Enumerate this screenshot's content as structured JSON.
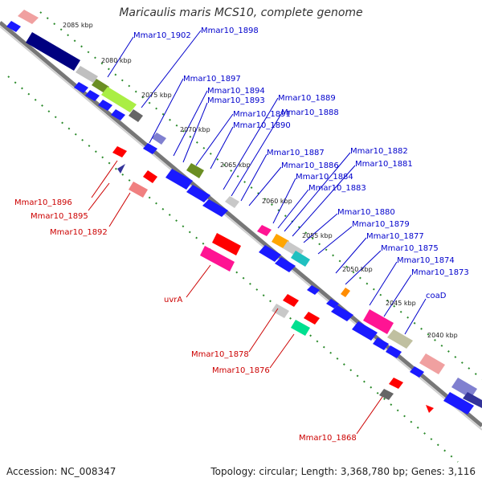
{
  "title": "Maricaulis maris MCS10, complete genome",
  "footer": {
    "accession": "Accession: NC_008347",
    "summary": "Topology: circular; Length: 3,368,780 bp; Genes: 3,116"
  },
  "ticks": [
    "2085 kbp",
    "2080 kbp",
    "2075 kbp",
    "2070 kbp",
    "2065 kbp",
    "2060 kbp",
    "2055 kbp",
    "2050 kbp",
    "2045 kbp",
    "2040 kbp"
  ],
  "labels_blue": [
    "Mmar10_1902",
    "Mmar10_1898",
    "Mmar10_1897",
    "Mmar10_1894",
    "Mmar10_1893",
    "Mmar10_1891",
    "Mmar10_1890",
    "Mmar10_1889",
    "Mmar10_1888",
    "Mmar10_1887",
    "Mmar10_1886",
    "Mmar10_1884",
    "Mmar10_1883",
    "Mmar10_1882",
    "Mmar10_1881",
    "Mmar10_1880",
    "Mmar10_1879",
    "Mmar10_1877",
    "Mmar10_1875",
    "Mmar10_1874",
    "Mmar10_1873",
    "coaD"
  ],
  "labels_red": [
    "Mmar10_1896",
    "Mmar10_1895",
    "Mmar10_1892",
    "uvrA",
    "Mmar10_1878",
    "Mmar10_1876",
    "Mmar10_1868"
  ],
  "colors": {
    "blue_label": "#0000cc",
    "red_label": "#cc0000",
    "backbone": "#888888",
    "dots": "#2a8a2a"
  }
}
